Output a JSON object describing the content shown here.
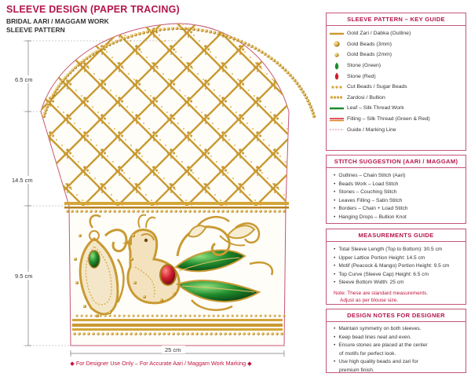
{
  "header": {
    "title": "SLEEVE DESIGN (PAPER TRACING)",
    "line1": "BRIDAL AARI / MAGGAM WORK",
    "line2": "SLEEVE PATTERN"
  },
  "measure_labels": {
    "top": "6.5 cm",
    "middle": "14.5 cm",
    "bottom": "9.5 cm",
    "width": "25 cm"
  },
  "legend": {
    "title": "SLEEVE PATTERN – KEY GUIDE",
    "items": [
      {
        "symbol": "gold-line",
        "label": "Gold Zari / Dabka (Outline)"
      },
      {
        "symbol": "gold-bead-large",
        "label": "Gold Beads (3mm)"
      },
      {
        "symbol": "gold-bead-small",
        "label": "Gold Beads (2mm)"
      },
      {
        "symbol": "stone-green",
        "label": "Stone (Green)"
      },
      {
        "symbol": "stone-red",
        "label": "Stone (Red)"
      },
      {
        "symbol": "cut-beads",
        "label": "Cut Beads / Sugar Beads"
      },
      {
        "symbol": "zardosi",
        "label": "Zardosi / Bullion"
      },
      {
        "symbol": "leaf-line",
        "label": "Leaf – Silk Thread Work"
      },
      {
        "symbol": "filling-line",
        "label": "Filling – Silk Thread (Green & Red)"
      },
      {
        "symbol": "guide-line",
        "label": "Guide / Marking Line"
      }
    ]
  },
  "stitch": {
    "title": "STITCH SUGGESTION (AARI / MAGGAM)",
    "items": [
      "Outlines – Chain Stitch (Aari)",
      "Beads Work – Load Stitch",
      "Stones – Couching Stitch",
      "Leaves Filling – Satin Stitch",
      "Borders – Chain + Load Stitch",
      "Hanging Drops – Bullion Knot"
    ]
  },
  "measurements": {
    "title": "MEASUREMENTS GUIDE",
    "items": [
      "Total Sleeve Length (Top to Bottom): 30.5 cm",
      "Upper Lattice Portion Height: 14.5 cm",
      "Motif (Peacock & Mango) Portion Height: 9.5 cm",
      "Top Curve (Sleeve Cap) Height: 6.5 cm",
      "Sleeve Bottom Width: 25 cm"
    ],
    "note_line1": "Note: These are standard measurements.",
    "note_line2": "Adjust as per blouse size."
  },
  "design_notes": {
    "title": "DESIGN NOTES FOR DESIGNER",
    "items": [
      "Maintain symmetry on both sleeves.",
      "Keep bead lines neat and even.",
      "Ensure stones are placed at the center",
      "of motifs for perfect look.",
      "Use high quality beads and zari for",
      "premium finish."
    ]
  },
  "footer": "For Designer Use Only – For Accurate Aari / Maggam Work Marking",
  "colors": {
    "accent": "#b5154d",
    "gold": "#d4a638",
    "gold_dark": "#a97a1c",
    "green": "#1f8a2c",
    "red": "#d01f2c"
  }
}
